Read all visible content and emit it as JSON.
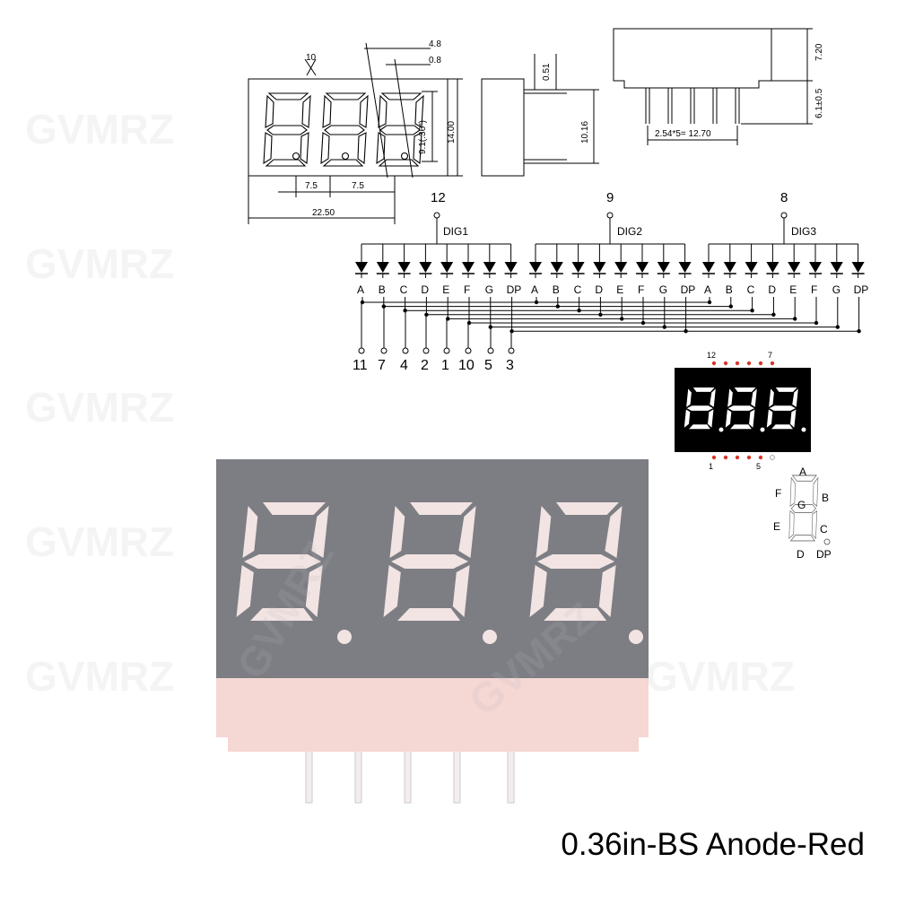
{
  "caption": "0.36in-BS Anode-Red",
  "watermark": "GVMRZ",
  "drawing": {
    "front_dims": {
      "d1": "10",
      "d2": "4.8",
      "d3": "0.8",
      "d4": "9.1(.36\")",
      "d5": "14.00",
      "d6": "7.5",
      "d7": "7.5",
      "d8": "22.50"
    },
    "side_dims": {
      "s1": "0.51",
      "s2": "10.16"
    },
    "bottom_dims": {
      "b1": "7.20",
      "b2": "6.1±0.5",
      "b3": "2.54*5= 12.70"
    }
  },
  "schematic": {
    "digits": [
      {
        "pin": "12",
        "label": "DIG1"
      },
      {
        "pin": "9",
        "label": "DIG2"
      },
      {
        "pin": "8",
        "label": "DIG3"
      }
    ],
    "segments": [
      "A",
      "B",
      "C",
      "D",
      "E",
      "F",
      "G",
      "DP"
    ],
    "segment_pins": [
      "11",
      "7",
      "4",
      "2",
      "1",
      "10",
      "5",
      "3"
    ]
  },
  "pinout": {
    "top_first": "12",
    "top_last": "7",
    "bottom_first": "1",
    "bottom_last": "5"
  },
  "segment_map": [
    "A",
    "F",
    "B",
    "G",
    "E",
    "C",
    "D",
    "DP"
  ],
  "colors": {
    "module_gray": "#7d7e83",
    "module_base": "#f5d7d4",
    "led_segment": "#f2e4e3",
    "red_dot": "#d9362b"
  }
}
